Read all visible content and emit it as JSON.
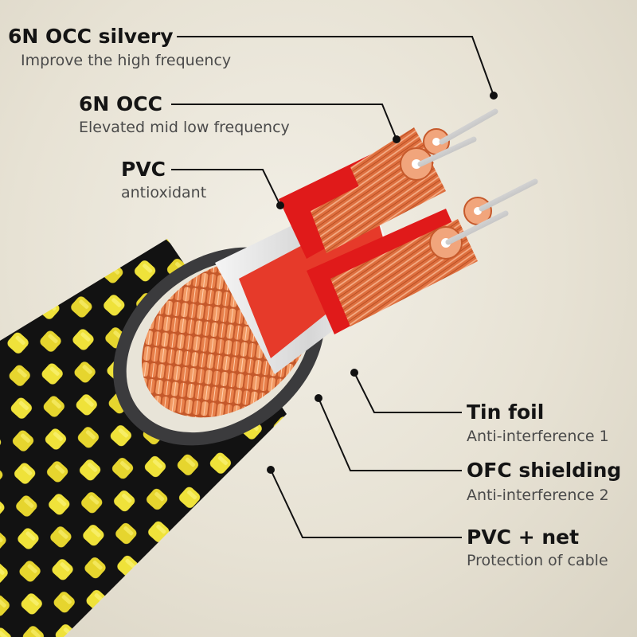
{
  "image": {
    "subject": "cable cross-section",
    "colors": {
      "background": "#e9e5d8",
      "copper": "#e07a46",
      "red_insulation": "#e01a1a",
      "braid_yellow": "#efe23a",
      "braid_black": "#141414",
      "outer_ring": "#3b3b3d"
    }
  },
  "callouts": [
    {
      "title": "6N OCC silvery",
      "subtitle": "Improve the high frequency"
    },
    {
      "title": "6N OCC",
      "subtitle": "Elevated mid low frequency"
    },
    {
      "title": "PVC",
      "subtitle": "antioxidant"
    },
    {
      "title": "Tin foil",
      "subtitle": "Anti-interference 1"
    },
    {
      "title": "OFC shielding",
      "subtitle": "Anti-interference 2"
    },
    {
      "title": "PVC + net",
      "subtitle": "Protection of cable"
    }
  ]
}
